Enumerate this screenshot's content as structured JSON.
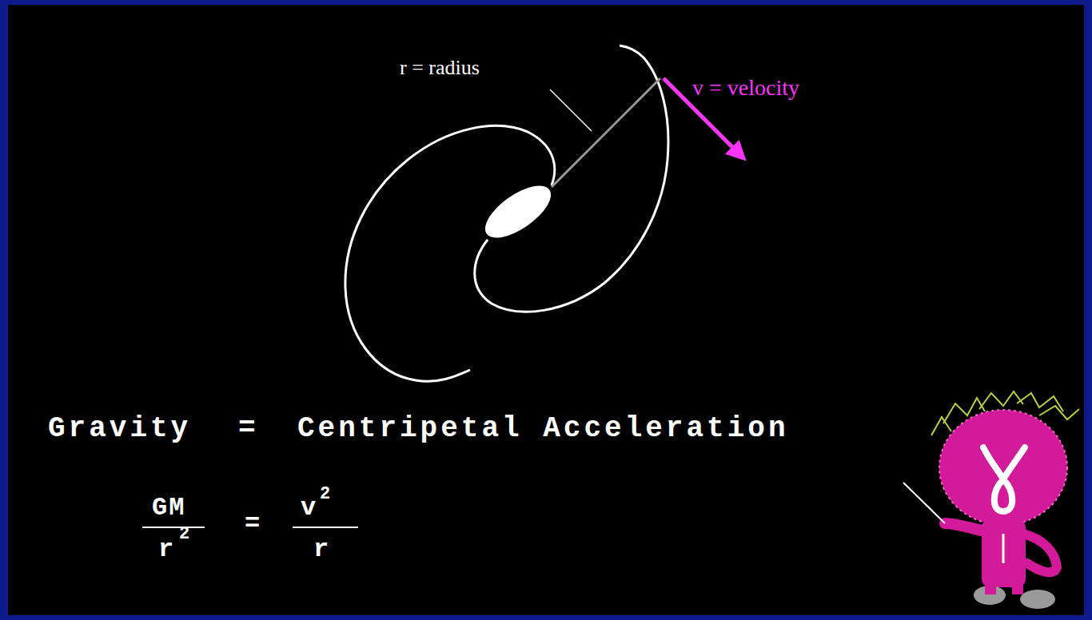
{
  "diagram": {
    "labels": [
      "r = radius",
      "v = velocity",
      "Gravity",
      "=",
      "Centripetal Acceleration",
      "GM",
      "r",
      "2",
      "=",
      "v",
      "2",
      "r"
    ]
  }
}
